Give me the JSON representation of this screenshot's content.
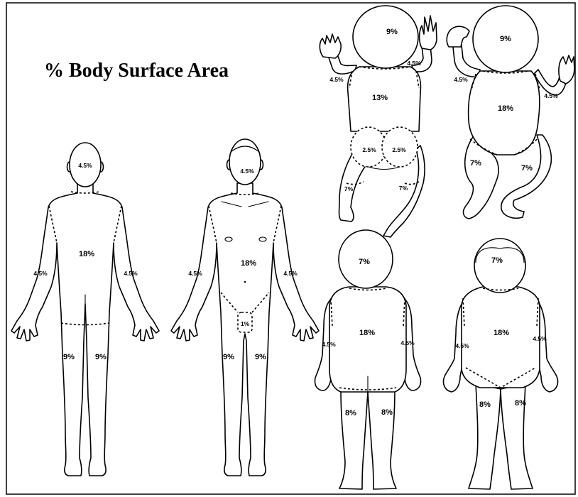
{
  "title": "% Body Surface Area",
  "figures": {
    "adult_back": {
      "head": "4.5%",
      "trunk": "18%",
      "left_arm": "4.5%",
      "right_arm": "4.5%",
      "left_leg": "9%",
      "right_leg": "9%"
    },
    "adult_front": {
      "head": "4.5%",
      "trunk": "18%",
      "left_arm": "4.5%",
      "right_arm": "4.5%",
      "genitals": "1%",
      "left_leg": "9%",
      "right_leg": "9%"
    },
    "infant_back": {
      "head": "9%",
      "left_arm": "4.5%",
      "right_arm": "4.5%",
      "trunk": "13%",
      "left_buttock": "2.5%",
      "right_buttock": "2.5%",
      "left_leg": "7%",
      "right_leg": "7%"
    },
    "infant_front": {
      "head": "9%",
      "left_arm": "4.5%",
      "right_arm": "4.5%",
      "trunk": "18%",
      "left_leg": "7%",
      "right_leg": "7%"
    },
    "child_back": {
      "head": "7%",
      "trunk": "18%",
      "left_arm": "4.5%",
      "right_arm": "4.5%",
      "left_leg": "8%",
      "right_leg": "8%"
    },
    "child_front": {
      "head": "7%",
      "trunk": "18%",
      "left_arm": "4.5%",
      "right_arm": "4.5%",
      "left_leg": "8%",
      "right_leg": "8%"
    }
  },
  "colors": {
    "line": "#000000",
    "background": "#ffffff"
  }
}
